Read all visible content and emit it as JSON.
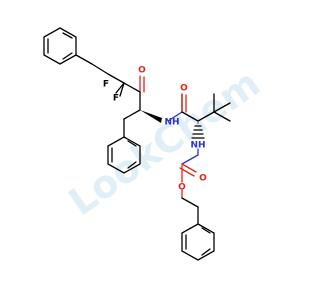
{
  "watermark": {
    "text": "LookChem",
    "color": "#d9ecf3"
  },
  "colors": {
    "bond": "#000000",
    "oxygen": "#e0261c",
    "nitrogen": "#2b34c8",
    "fluorine": "#000000"
  },
  "atom_labels": {
    "fluorine_1": "F",
    "fluorine_2": "F",
    "ketone_oxygen": "O",
    "amide_oxygen": "O",
    "amide_nitrogen": "NH",
    "carbamate_nitrogen": "NH",
    "carbamate_carbonyl_oxygen": "O",
    "ester_oxygen": "O"
  }
}
